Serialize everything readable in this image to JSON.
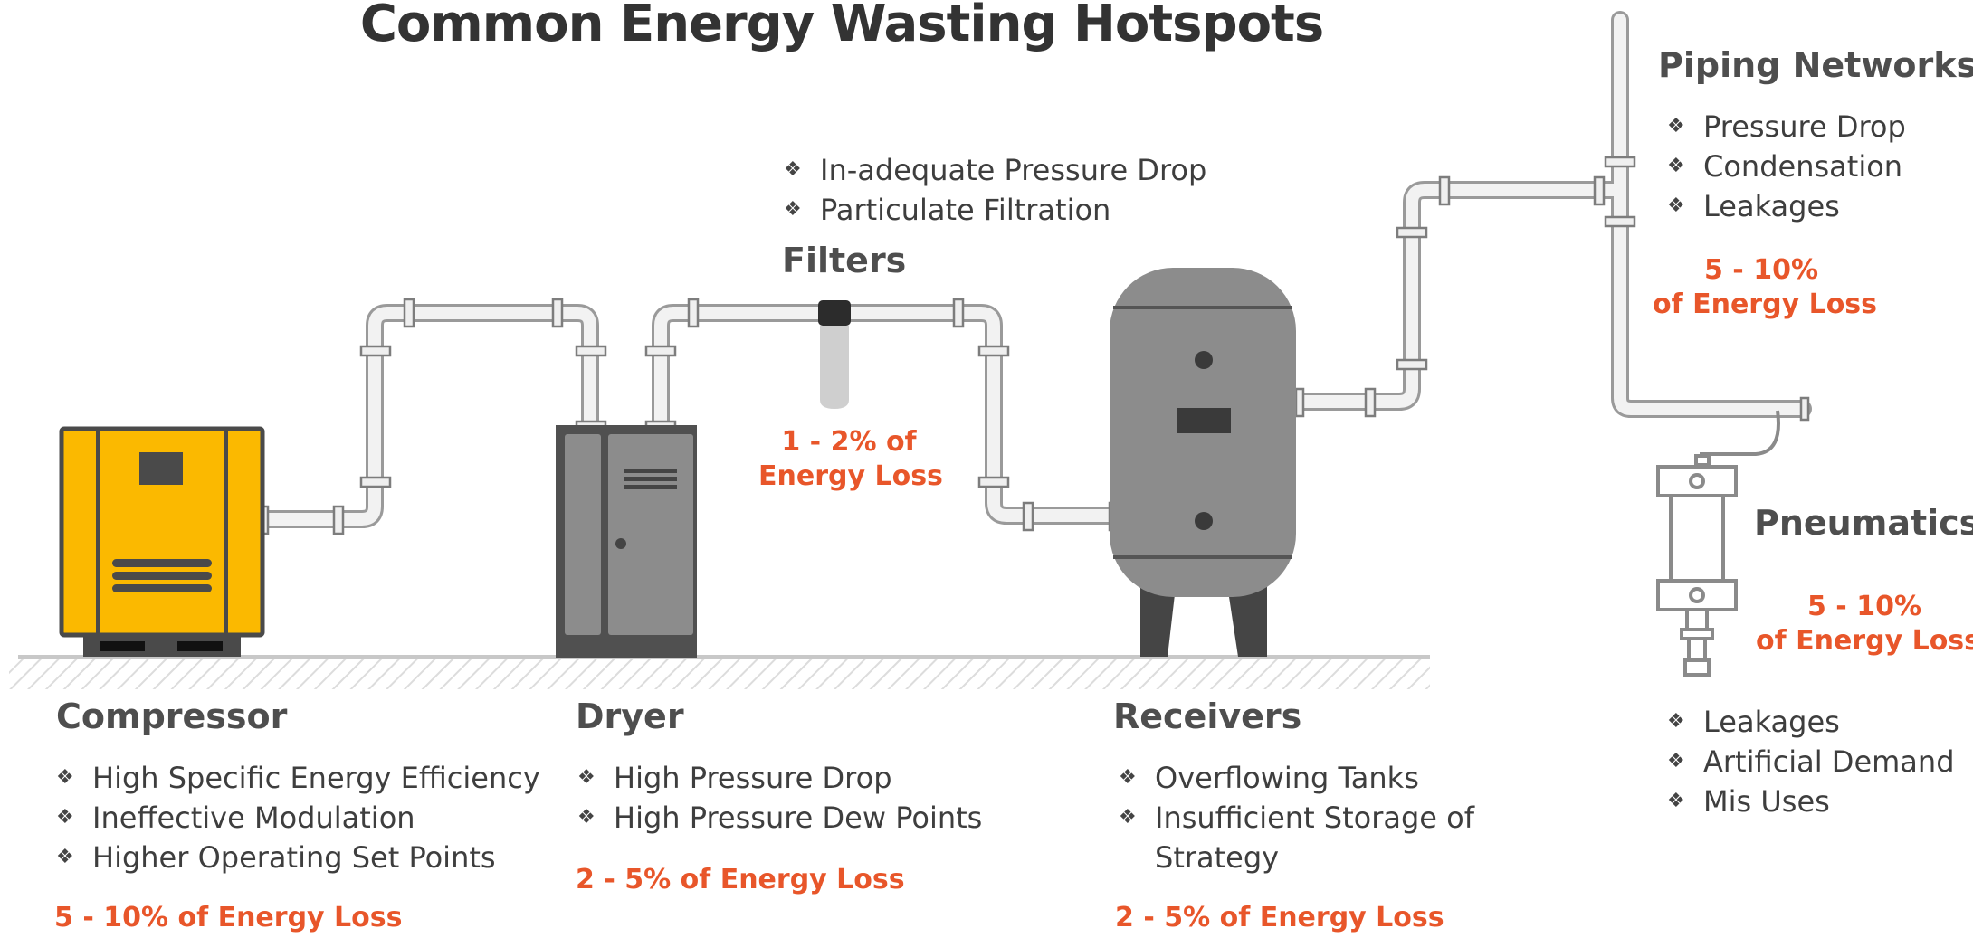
{
  "title": "Common Energy Wasting Hotspots",
  "colors": {
    "accent": "#e8562a",
    "compressor": "#fbb900",
    "equipment": "#8c8c8c",
    "pipe": "#f2f2f2",
    "heading": "#4e4e4e"
  },
  "bullet_icon": "diamond-cluster-icon",
  "compressor": {
    "name": "Compressor",
    "issues": [
      "High Specific Energy Efficiency",
      "Ineffective Modulation",
      "Higher Operating Set Points"
    ],
    "loss": "5 - 10% of Energy Loss"
  },
  "dryer": {
    "name": "Dryer",
    "issues": [
      "High Pressure Drop",
      "High Pressure Dew Points"
    ],
    "loss": "2 - 5% of Energy Loss"
  },
  "filters": {
    "name": "Filters",
    "issues": [
      "In-adequate Pressure Drop",
      "Particulate Filtration"
    ],
    "loss_line1": "1 - 2% of",
    "loss_line2": "Energy Loss"
  },
  "receivers": {
    "name": "Receivers",
    "issues": [
      "Overflowing Tanks",
      "Insufficient Storage of",
      "Strategy"
    ],
    "loss": "2 - 5% of Energy Loss"
  },
  "piping": {
    "name": "Piping Networks",
    "issues": [
      "Pressure Drop",
      "Condensation",
      "Leakages"
    ],
    "loss_line1": "5 - 10%",
    "loss_line2": "of Energy Loss"
  },
  "pneumatics": {
    "name": "Pneumatics",
    "issues": [
      "Leakages",
      "Artificial Demand",
      "Mis Uses"
    ],
    "loss_line1": "5 - 10%",
    "loss_line2": "of Energy Loss"
  }
}
